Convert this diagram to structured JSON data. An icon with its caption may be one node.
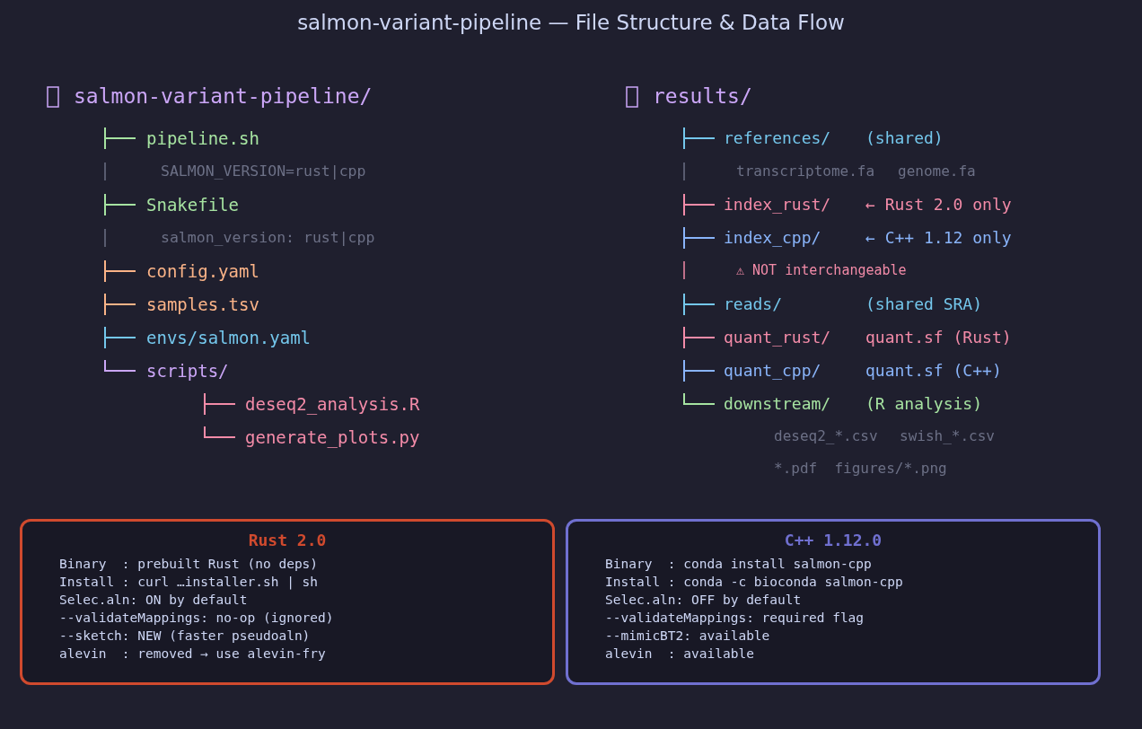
{
  "diagram": {
    "title": "salmon-variant-pipeline — File Structure & Data Flow",
    "nodes": [
      {
        "text": [
          "Rust 2.0",
          "Binary  : prebuilt Rust (no deps)",
          "Install : curl …installer.sh | sh",
          "Selec.aln: ON by default",
          "--validateMappings: no-op (ignored)",
          "--sketch: NEW (faster pseudoaln)",
          "alevin  : removed → use alevin-fry"
        ]
      },
      {
        "text": [
          "C++ 1.12.0",
          "Binary  : conda install salmon-cpp",
          "Install : conda -c bioconda salmon-cpp",
          "Selec.aln: OFF by default",
          "--validateMappings: required flag",
          "--mimicBT2: available",
          "alevin  : available"
        ]
      }
    ],
    "edges": [],
    "labels": [
      "salmon-variant-pipeline/",
      "results/",
      "pipeline.sh",
      "SALMON_VERSION=rust|cpp",
      "Snakefile",
      "salmon_version: rust|cpp",
      "config.yaml",
      "samples.tsv",
      "envs/salmon.yaml",
      "scripts/",
      "deseq2_analysis.R",
      "generate_plots.py",
      "references/",
      "(shared)",
      "transcriptome.fa",
      "genome.fa",
      "index_rust/",
      "← Rust 2.0 only",
      "index_cpp/",
      "← C++ 1.12 only",
      "⚠ NOT interchangeable",
      "reads/",
      "(shared SRA)",
      "quant_rust/",
      "quant.sf (Rust)",
      "quant_cpp/",
      "quant.sf (C++)",
      "downstream/",
      "(R analysis)",
      "deseq2_*.csv",
      "swish_*.csv",
      "*.pdf  figures/*.png"
    ]
  }
}
